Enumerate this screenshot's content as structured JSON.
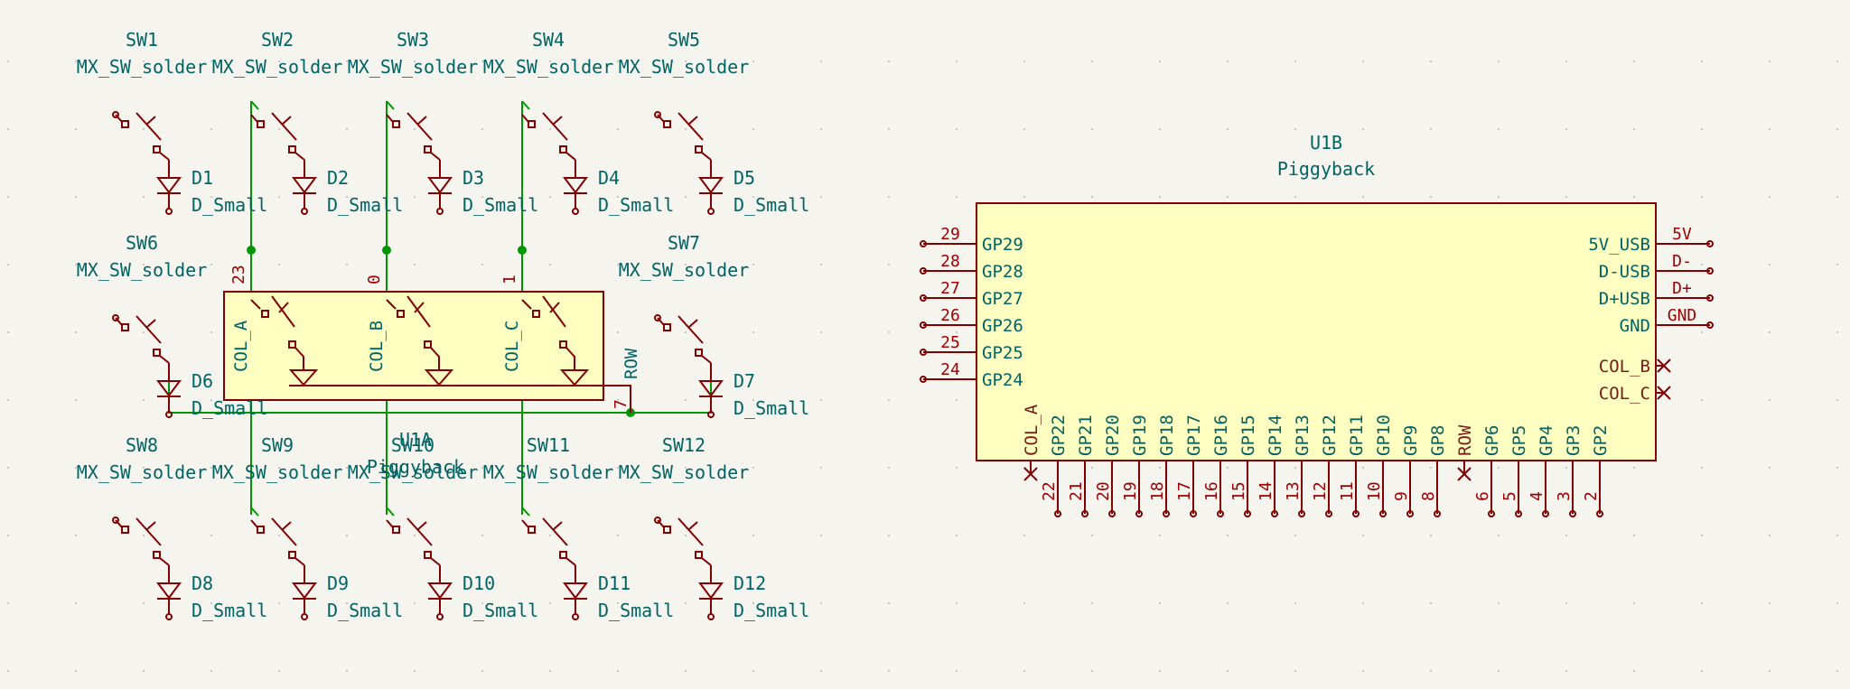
{
  "app": "KiCad Schematic Editor",
  "colors": {
    "background": "#f5f4ef",
    "symbol": "#840000",
    "wire": "#009600",
    "text": "#006464",
    "pin_number": "#a00000",
    "body_fill": "#ffffc2"
  },
  "switch_grid": {
    "rows": [
      {
        "cells": [
          {
            "switch_ref": "SW1",
            "switch_value": "MX_SW_solder",
            "diode_ref": "D1",
            "diode_value": "D_Small"
          },
          {
            "switch_ref": "SW2",
            "switch_value": "MX_SW_solder",
            "diode_ref": "D2",
            "diode_value": "D_Small"
          },
          {
            "switch_ref": "SW3",
            "switch_value": "MX_SW_solder",
            "diode_ref": "D3",
            "diode_value": "D_Small"
          },
          {
            "switch_ref": "SW4",
            "switch_value": "MX_SW_solder",
            "diode_ref": "D4",
            "diode_value": "D_Small"
          },
          {
            "switch_ref": "SW5",
            "switch_value": "MX_SW_solder",
            "diode_ref": "D5",
            "diode_value": "D_Small"
          }
        ]
      },
      {
        "cells": [
          {
            "switch_ref": "SW6",
            "switch_value": "MX_SW_solder",
            "diode_ref": "D6",
            "diode_value": "D_Small"
          },
          {
            "switch_ref": "SW7",
            "switch_value": "MX_SW_solder",
            "diode_ref": "D7",
            "diode_value": "D_Small"
          }
        ]
      },
      {
        "cells": [
          {
            "switch_ref": "SW8",
            "switch_value": "MX_SW_solder",
            "diode_ref": "D8",
            "diode_value": "D_Small"
          },
          {
            "switch_ref": "SW9",
            "switch_value": "MX_SW_solder",
            "diode_ref": "D9",
            "diode_value": "D_Small"
          },
          {
            "switch_ref": "SW10",
            "switch_value": "MX_SW_solder",
            "diode_ref": "D10",
            "diode_value": "D_Small"
          },
          {
            "switch_ref": "SW11",
            "switch_value": "MX_SW_solder",
            "diode_ref": "D11",
            "diode_value": "D_Small"
          },
          {
            "switch_ref": "SW12",
            "switch_value": "MX_SW_solder",
            "diode_ref": "D12",
            "diode_value": "D_Small"
          }
        ]
      }
    ]
  },
  "u1a": {
    "ref": "U1A",
    "value": "Piggyback",
    "pins": [
      {
        "name": "COL_A",
        "number": "23"
      },
      {
        "name": "COL_B",
        "number": "0"
      },
      {
        "name": "COL_C",
        "number": "1"
      },
      {
        "name": "ROW",
        "number": "7"
      }
    ]
  },
  "u1b": {
    "ref": "U1B",
    "value": "Piggyback",
    "left_pins": [
      {
        "name": "GP29",
        "number": "29"
      },
      {
        "name": "GP28",
        "number": "28"
      },
      {
        "name": "GP27",
        "number": "27"
      },
      {
        "name": "GP26",
        "number": "26"
      },
      {
        "name": "GP25",
        "number": "25"
      },
      {
        "name": "GP24",
        "number": "24"
      }
    ],
    "right_pins": [
      {
        "name": "5V_USB",
        "number": "5V",
        "nc": false
      },
      {
        "name": "D-USB",
        "number": "D-",
        "nc": false
      },
      {
        "name": "D+USB",
        "number": "D+",
        "nc": false
      },
      {
        "name": "GND",
        "number": "GND",
        "nc": false
      },
      {
        "name": "COL_B",
        "number": "",
        "nc": true
      },
      {
        "name": "COL_C",
        "number": "",
        "nc": true
      }
    ],
    "bottom_pins": [
      {
        "name": "COL_A",
        "number": "",
        "nc": true
      },
      {
        "name": "GP22",
        "number": "22",
        "nc": false
      },
      {
        "name": "GP21",
        "number": "21",
        "nc": false
      },
      {
        "name": "GP20",
        "number": "20",
        "nc": false
      },
      {
        "name": "GP19",
        "number": "19",
        "nc": false
      },
      {
        "name": "GP18",
        "number": "18",
        "nc": false
      },
      {
        "name": "GP17",
        "number": "17",
        "nc": false
      },
      {
        "name": "GP16",
        "number": "16",
        "nc": false
      },
      {
        "name": "GP15",
        "number": "15",
        "nc": false
      },
      {
        "name": "GP14",
        "number": "14",
        "nc": false
      },
      {
        "name": "GP13",
        "number": "13",
        "nc": false
      },
      {
        "name": "GP12",
        "number": "12",
        "nc": false
      },
      {
        "name": "GP11",
        "number": "11",
        "nc": false
      },
      {
        "name": "GP10",
        "number": "10",
        "nc": false
      },
      {
        "name": "GP9",
        "number": "9",
        "nc": false
      },
      {
        "name": "GP8",
        "number": "8",
        "nc": false
      },
      {
        "name": "ROW",
        "number": "",
        "nc": true
      },
      {
        "name": "GP6",
        "number": "6",
        "nc": false
      },
      {
        "name": "GP5",
        "number": "5",
        "nc": false
      },
      {
        "name": "GP4",
        "number": "4",
        "nc": false
      },
      {
        "name": "GP3",
        "number": "3",
        "nc": false
      },
      {
        "name": "GP2",
        "number": "2",
        "nc": false
      }
    ]
  }
}
